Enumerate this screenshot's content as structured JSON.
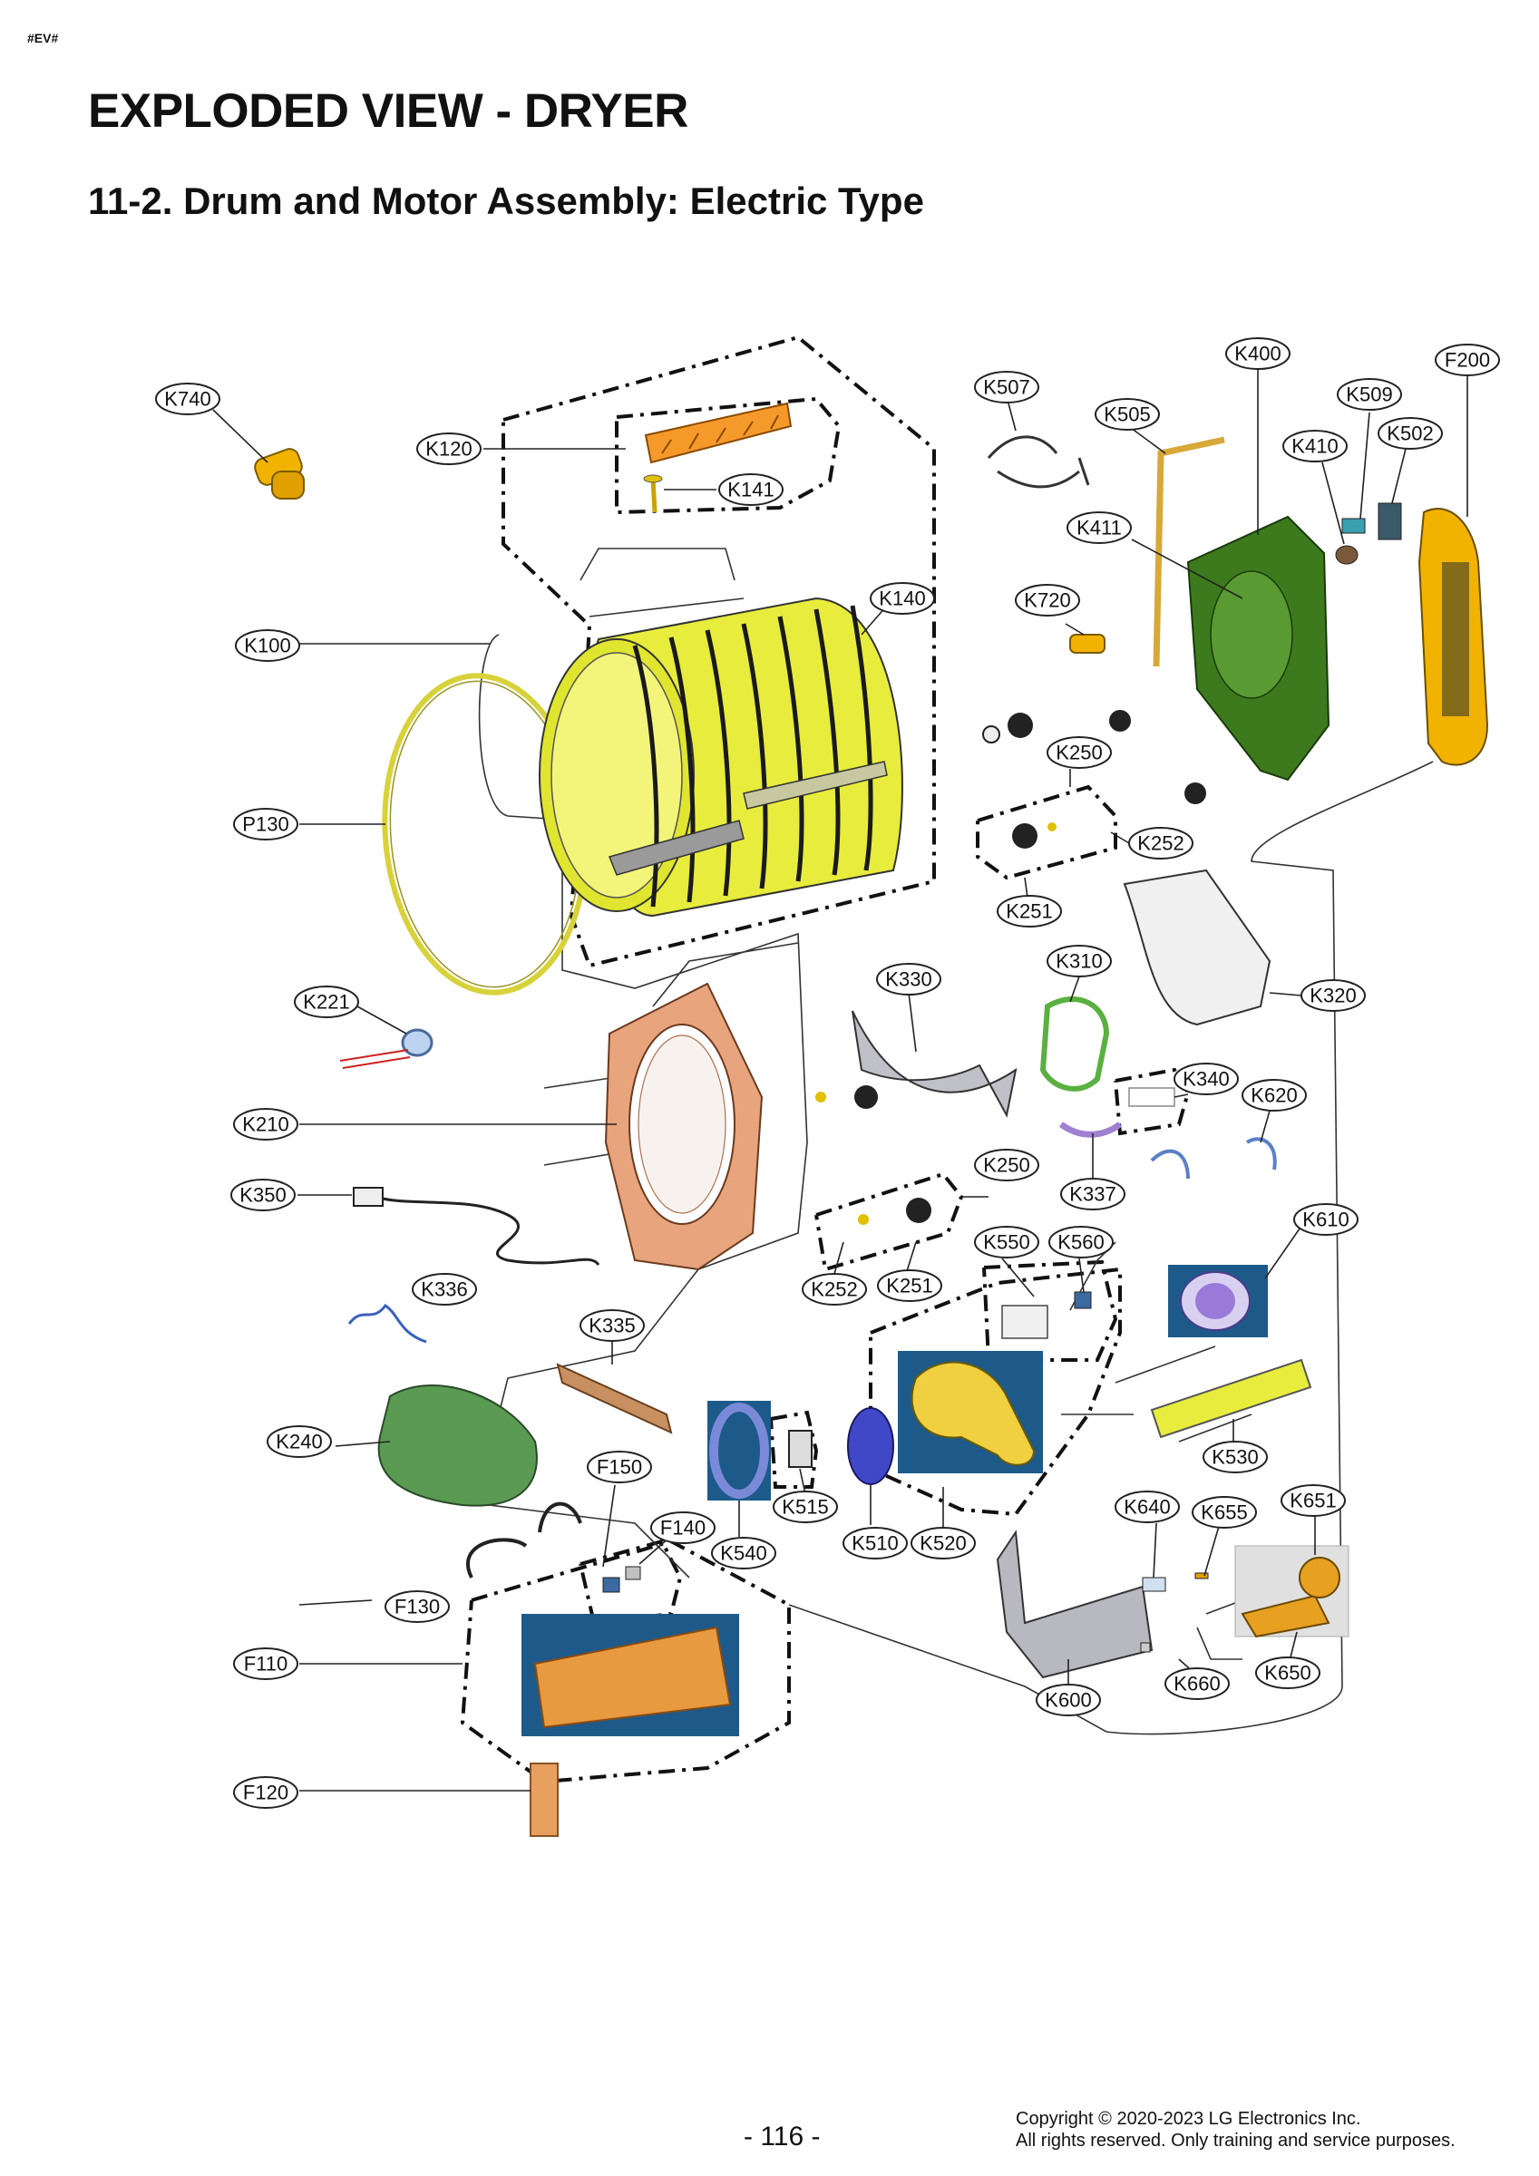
{
  "page": {
    "tag": "#EV#",
    "title": "EXPLODED VIEW - DRYER",
    "subtitle": "11-2. Drum and Motor Assembly: Electric Type",
    "page_number": "- 116 -",
    "copyright_line1": "Copyright © 2020-2023  LG Electronics Inc.",
    "copyright_line2": "All rights reserved. Only training and service purposes."
  },
  "callouts": {
    "k740": "K740",
    "k120": "K120",
    "k141": "K141",
    "k140": "K140",
    "k100": "K100",
    "p130": "P130",
    "k221": "K221",
    "k210": "K210",
    "k350": "K350",
    "k336": "K336",
    "k240": "K240",
    "f130": "F130",
    "f110": "F110",
    "f120": "F120",
    "f150": "F150",
    "f140": "F140",
    "k335": "K335",
    "k540": "K540",
    "k515": "K515",
    "k510": "K510",
    "k520": "K520",
    "k507": "K507",
    "k505": "K505",
    "k400": "K400",
    "k509": "K509",
    "f200": "F200",
    "k410": "K410",
    "k502": "K502",
    "k411": "K411",
    "k720": "K720",
    "k250a": "K250",
    "k252a": "K252",
    "k251a": "K251",
    "k330": "K330",
    "k310": "K310",
    "k320": "K320",
    "k340": "K340",
    "k620": "K620",
    "k337": "K337",
    "k250b": "K250",
    "k252b": "K252",
    "k251b": "K251",
    "k550": "K550",
    "k560": "K560",
    "k610": "K610",
    "k530": "K530",
    "k640": "K640",
    "k655": "K655",
    "k651": "K651",
    "k600": "K600",
    "k660": "K660",
    "k650": "K650"
  },
  "colors": {
    "drum": "#e8ec3c",
    "drum_stripe": "#1a1a1a",
    "bulkhead_rear": "#3d7a1e",
    "bulkhead_front": "#e8a47c",
    "duct": "#f2b300",
    "heater": "#e89a40",
    "photo_bg": "#1d5a8a",
    "blower": "#4048c8",
    "motor": "#9a7ad8"
  }
}
